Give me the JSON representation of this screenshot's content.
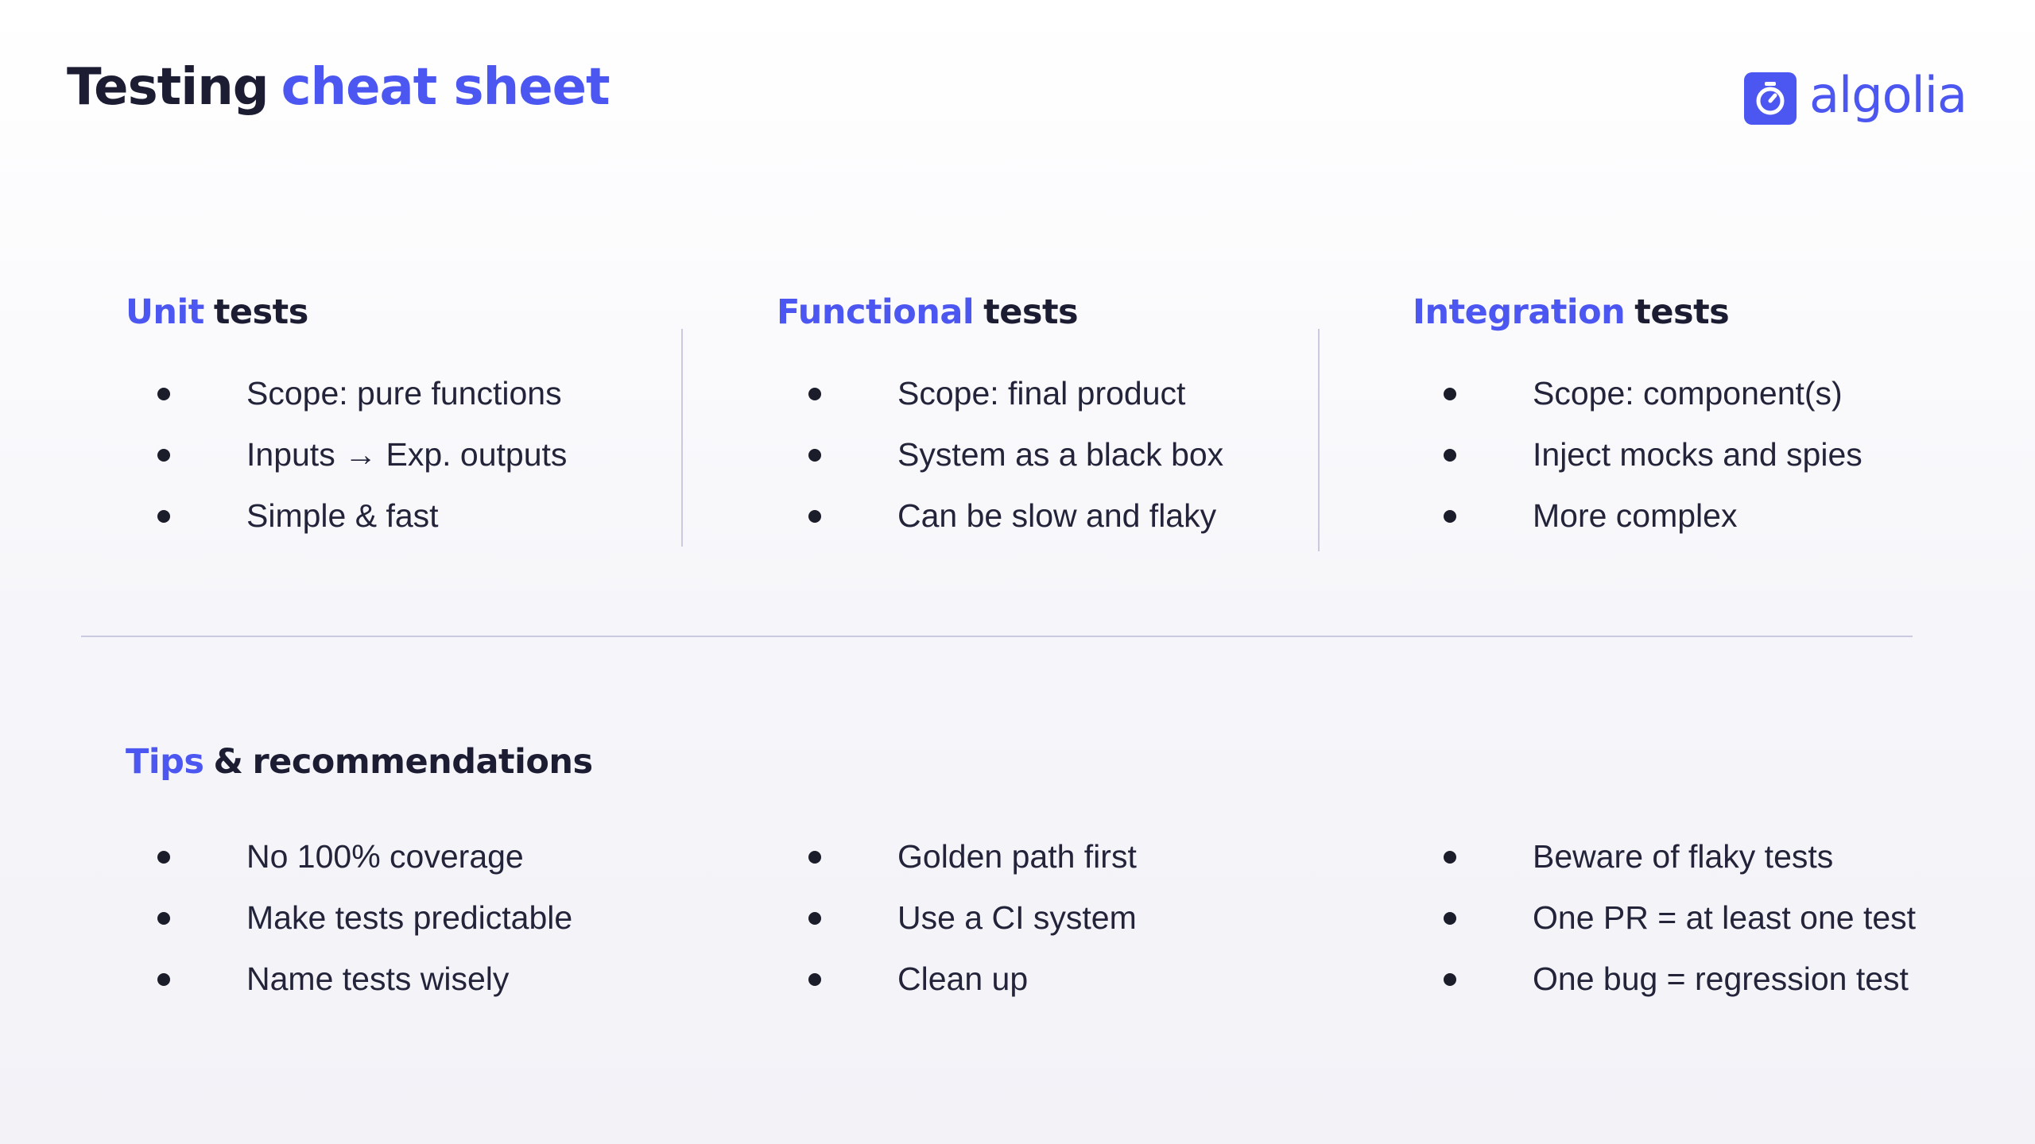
{
  "header": {
    "title_part1": "Testing",
    "title_part2": "cheat sheet",
    "logo_text": "algolia",
    "logo_icon": "stopwatch-icon"
  },
  "colors": {
    "accent": "#4b57f0",
    "dark": "#1c1d33",
    "divider": "#c9cadf"
  },
  "sections": {
    "unit": {
      "head_accent": "Unit",
      "head_rest": "tests",
      "items": [
        "Scope: pure functions",
        "Inputs → Exp. outputs",
        "Simple & fast"
      ]
    },
    "functional": {
      "head_accent": "Functional",
      "head_rest": "tests",
      "items": [
        "Scope: final product",
        "System as a black box",
        "Can be slow and flaky"
      ]
    },
    "integration": {
      "head_accent": "Integration",
      "head_rest": "tests",
      "items": [
        "Scope: component(s)",
        "Inject mocks and spies",
        "More complex"
      ]
    }
  },
  "tips": {
    "head_accent": "Tips",
    "head_amp": "&",
    "head_rest": "recommendations",
    "columns": [
      [
        "No 100% coverage",
        "Make tests predictable",
        "Name tests wisely"
      ],
      [
        "Golden path first",
        "Use a CI system",
        "Clean up"
      ],
      [
        "Beware of flaky tests",
        "One PR = at least one test",
        "One bug = regression test"
      ]
    ]
  }
}
